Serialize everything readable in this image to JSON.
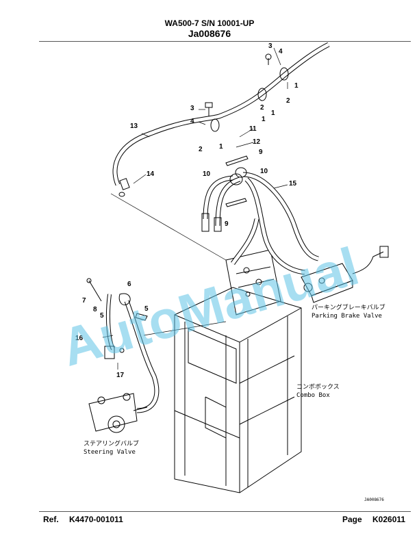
{
  "header": {
    "model": "WA500-7 S/N 10001-UP",
    "drawing_id": "Ja008676"
  },
  "watermark": "AutoManual",
  "figure_code": "JA008676",
  "labels": {
    "parking_jp": "パーキングブレーキバルブ",
    "parking_en": "Parking Brake Valve",
    "combo_jp": "コンボボックス",
    "combo_en": "Combo Box",
    "steering_jp": "ステアリングバルブ",
    "steering_en": "Steering Valve"
  },
  "callouts": [
    "3",
    "4",
    "1",
    "2",
    "1",
    "3",
    "4",
    "2",
    "1",
    "1",
    "2",
    "11",
    "12",
    "9",
    "10",
    "10",
    "13",
    "14",
    "15",
    "9",
    "6",
    "7",
    "8",
    "5",
    "5",
    "16",
    "17"
  ],
  "footer": {
    "ref_label": "Ref.",
    "ref_value": "K4470-001011",
    "page_label": "Page",
    "page_value": "K026011"
  },
  "colors": {
    "watermark": "#5ec3e6",
    "line": "#000000"
  }
}
